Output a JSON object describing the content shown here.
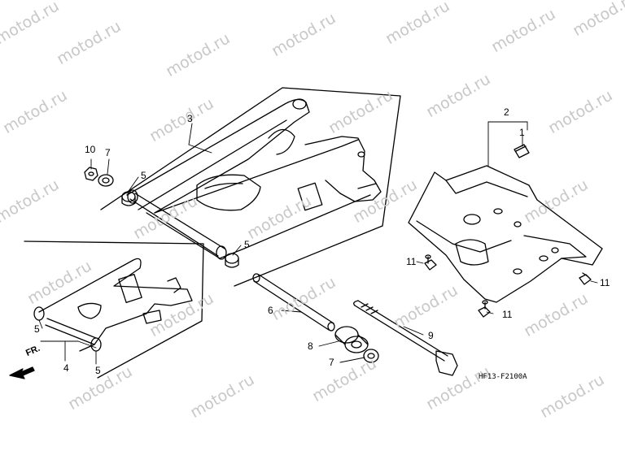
{
  "watermark": {
    "text": "motod.ru"
  },
  "callouts": {
    "c1": "1",
    "c2": "2",
    "c3": "3",
    "c4": "4",
    "c5a": "5",
    "c5b": "5",
    "c5c": "5",
    "c5d": "5",
    "c6": "6",
    "c7a": "7",
    "c7b": "7",
    "c8": "8",
    "c9": "9",
    "c10": "10",
    "c11a": "11",
    "c11b": "11",
    "c11c": "11"
  },
  "front_indicator": {
    "label": "FR."
  },
  "diagram_code": "HF13-F2100A",
  "colors": {
    "line": "#000000",
    "watermark": "#c8c8c8",
    "background": "#ffffff"
  }
}
